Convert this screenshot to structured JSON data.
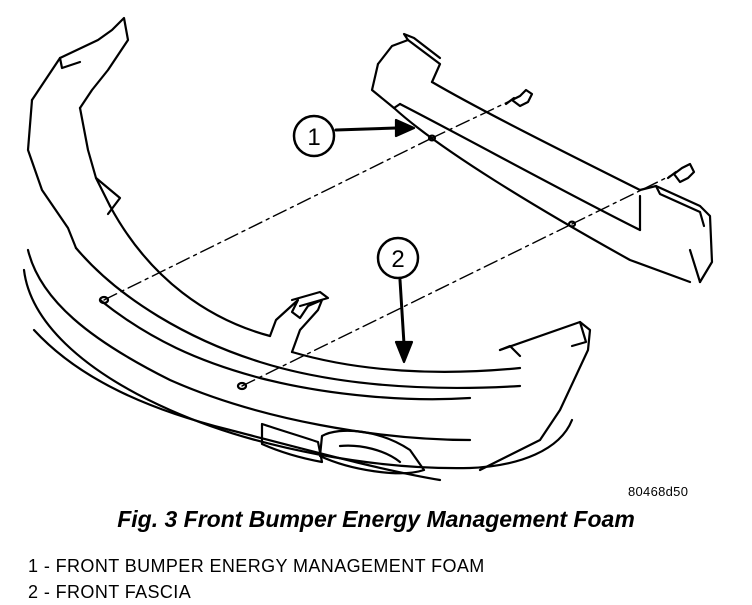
{
  "figure": {
    "code": "80468d50",
    "callouts": [
      "1",
      "2"
    ]
  },
  "caption": "Fig. 3 Front Bumper Energy Management Foam",
  "legend": [
    {
      "number": "1",
      "text": "FRONT BUMPER ENERGY MANAGEMENT FOAM"
    },
    {
      "number": "2",
      "text": "FRONT FASCIA"
    }
  ]
}
